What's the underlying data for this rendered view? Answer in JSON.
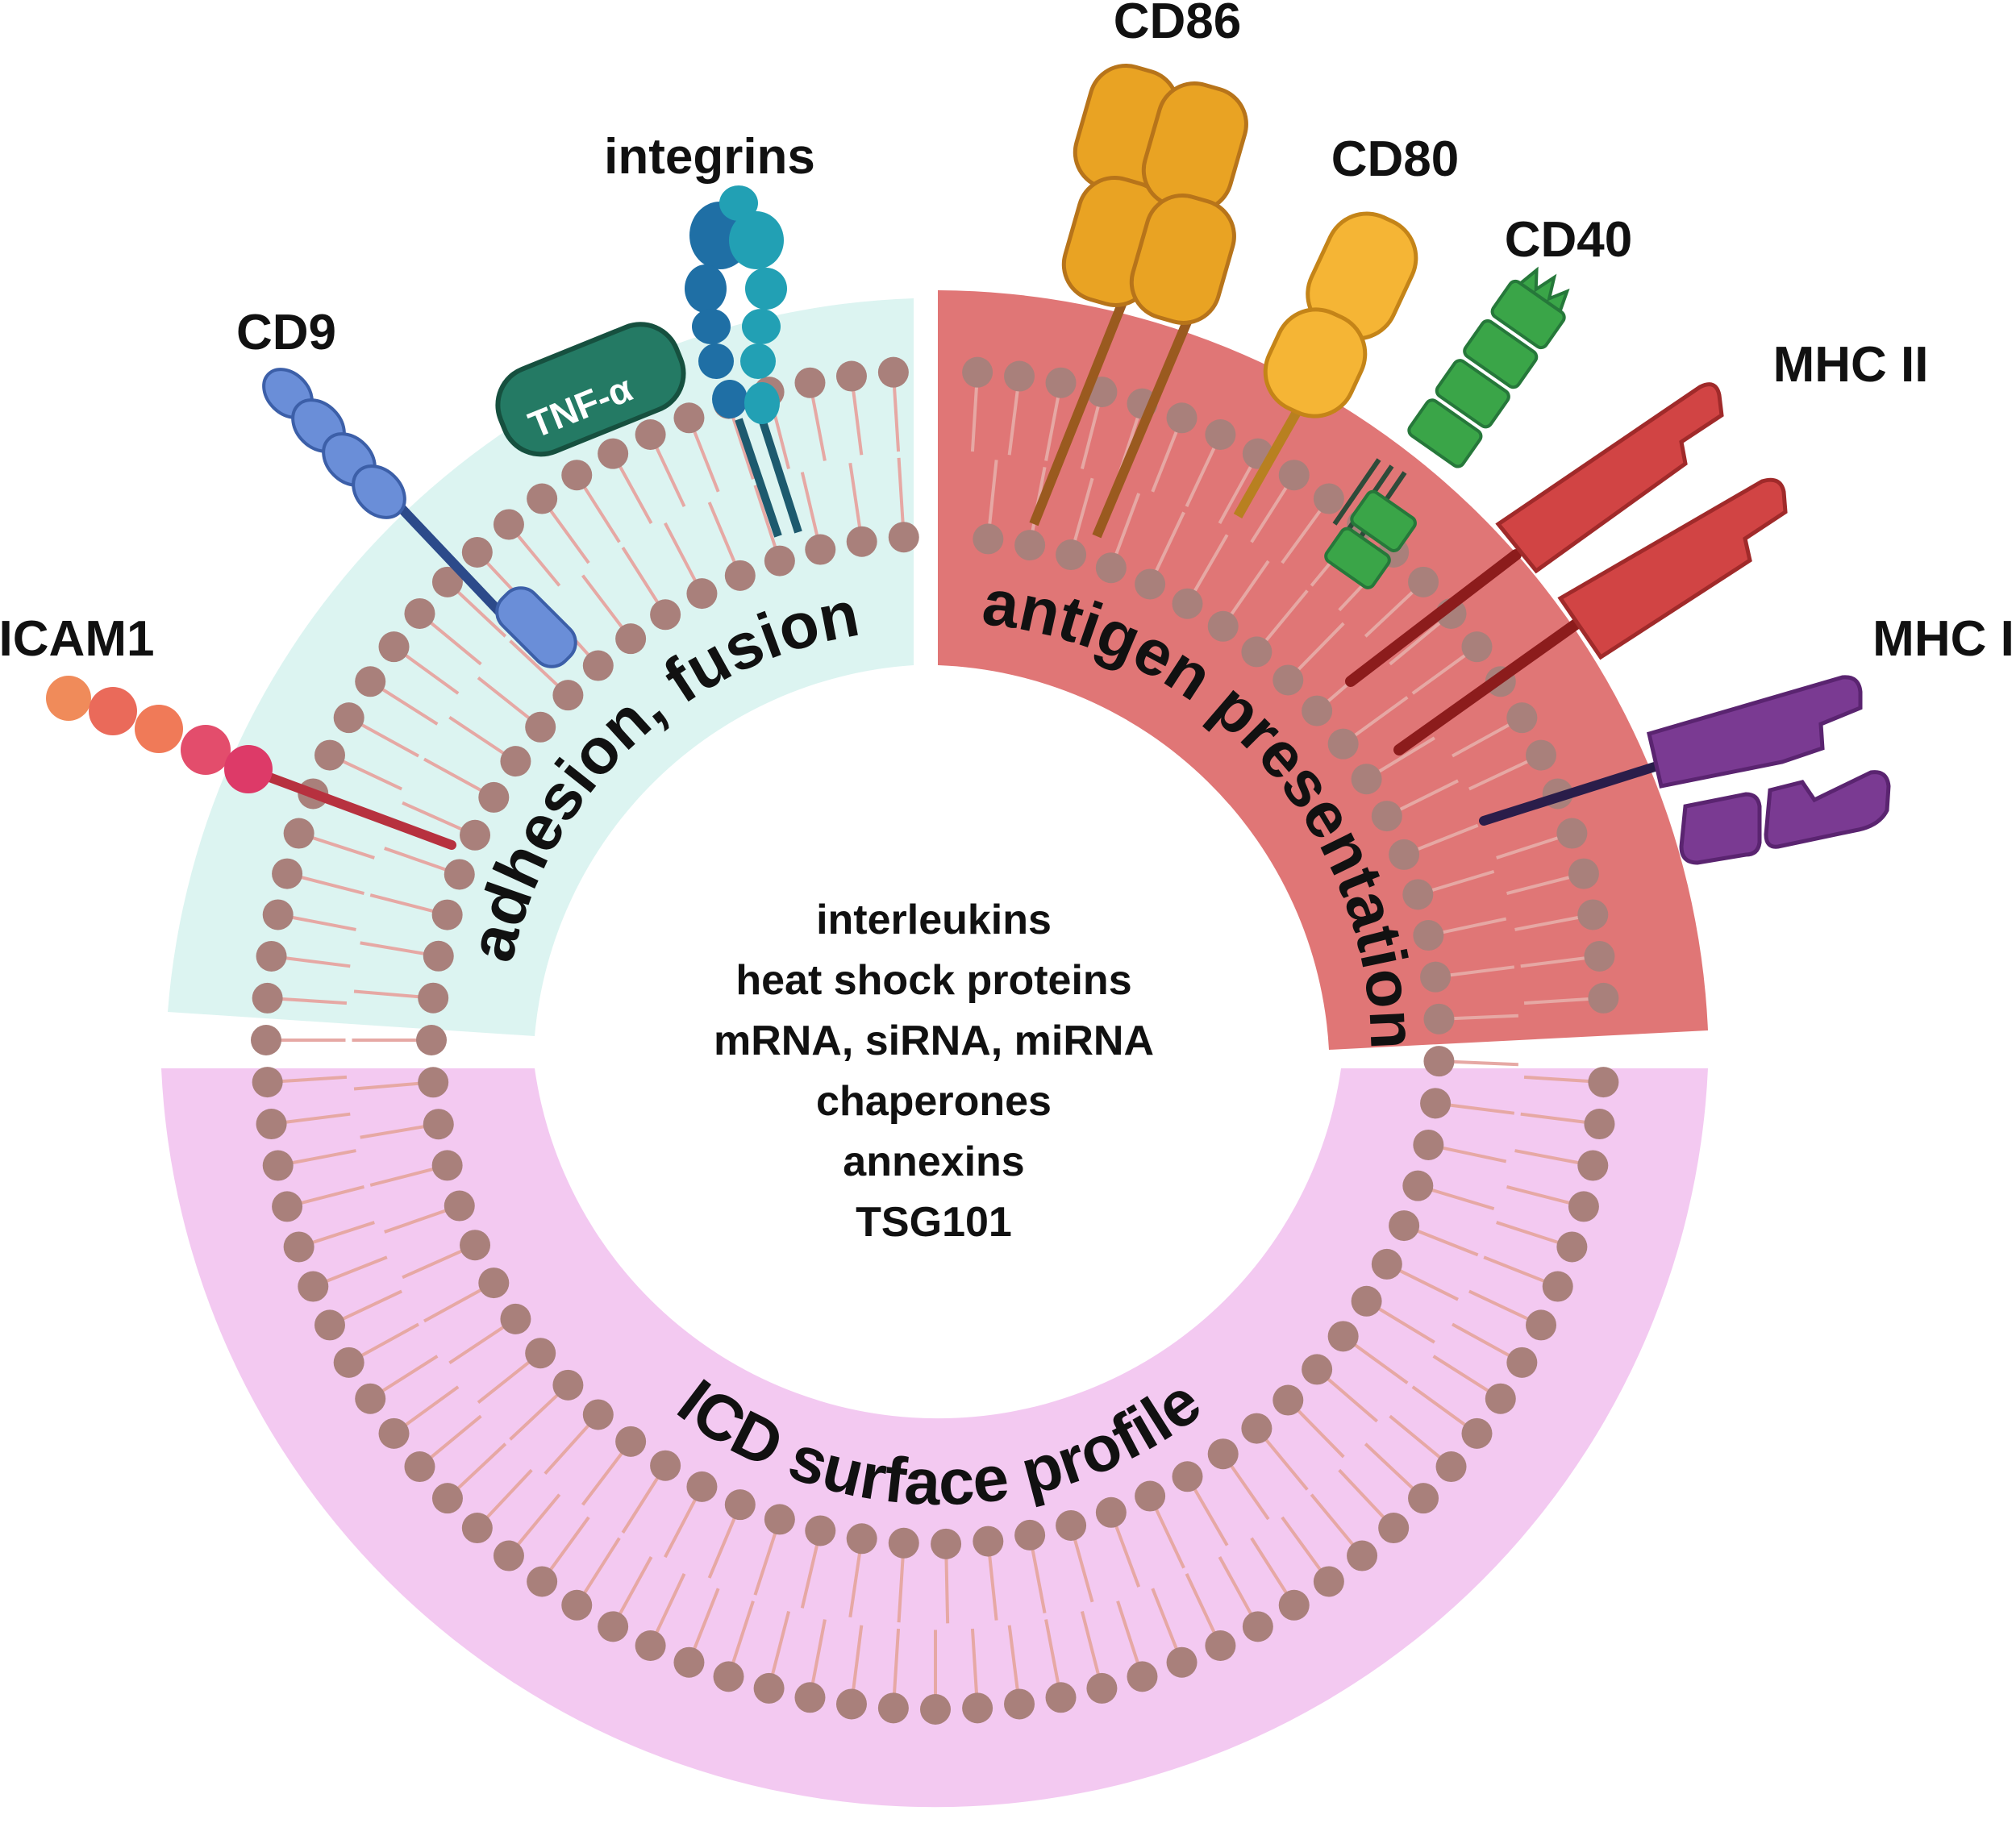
{
  "colors": {
    "background": "#ffffff",
    "adhesion_region": "#dcf4f1",
    "antigen_region": "#e07676",
    "icd_region": "#f3c9f1",
    "lipid_head": "#a9807b",
    "lipid_tail": "#e6a8a4",
    "icam1": "#e04a5a",
    "cd9": "#6a8ed8",
    "tnf": "#247a64",
    "integrin_a": "#1f6fa5",
    "integrin_b": "#22a0b4",
    "cd86": "#e9a323",
    "cd80": "#f5b535",
    "cd40": "#3aa548",
    "mhc2": "#d14444",
    "mhc1": "#7a3a92"
  },
  "regions": {
    "adhesion": "adhesion, fusion",
    "antigen": "antigen presentation",
    "icd": "ICD surface profile"
  },
  "proteins": {
    "icam1": "ICAM1",
    "cd9": "CD9",
    "tnf": "TNF-α",
    "integrins": "integrins",
    "cd86": "CD86",
    "cd80": "CD80",
    "cd40": "CD40",
    "mhc2": "MHC II",
    "mhc1": "MHC I"
  },
  "cargo": [
    "interleukins",
    "heat shock proteins",
    "mRNA, siRNA, miRNA",
    "chaperones",
    "annexins",
    "TSG101"
  ]
}
